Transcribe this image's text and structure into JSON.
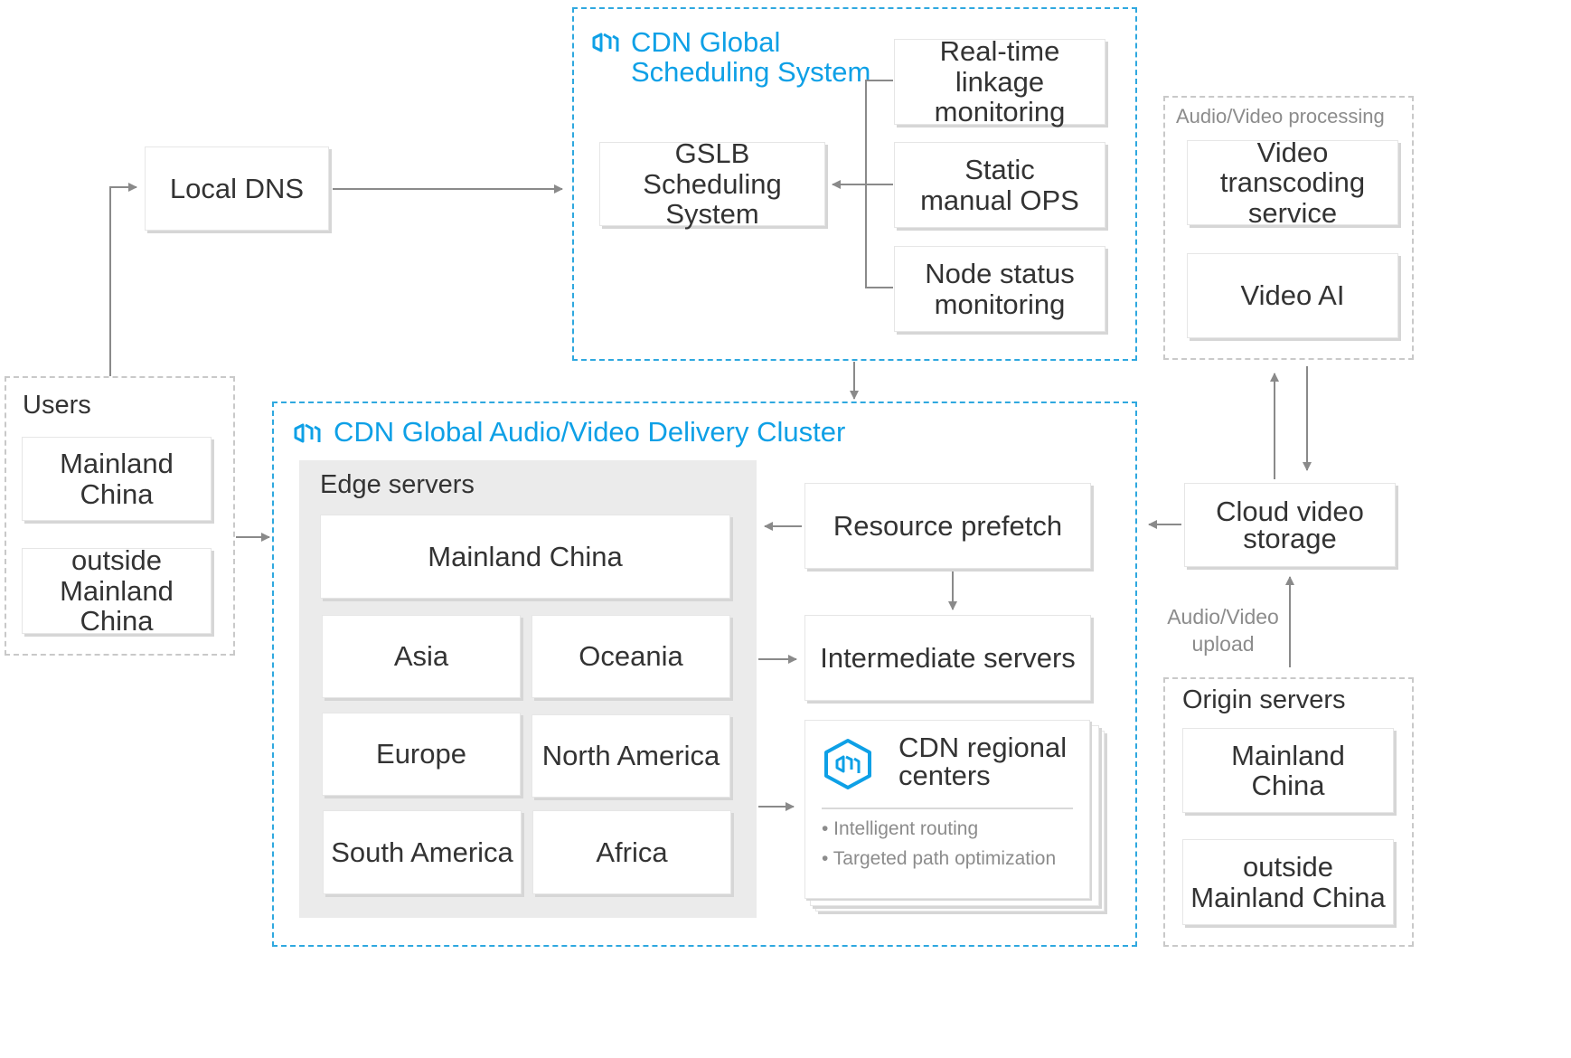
{
  "users": {
    "title": "Users",
    "mainland": "Mainland\nChina",
    "outside": "outside\nMainland China"
  },
  "local_dns": "Local DNS",
  "scheduling": {
    "title": "CDN Global\nScheduling System",
    "gslb": "GSLB Scheduling\nSystem",
    "realtime": "Real-time\nlinkage\nmonitoring",
    "static_ops": "Static\nmanual OPS",
    "node_status": "Node status\nmonitoring"
  },
  "av_processing": {
    "title": "Audio/Video processing",
    "transcoding": "Video\ntranscoding\nservice",
    "video_ai": "Video AI"
  },
  "delivery": {
    "title": "CDN Global Audio/Video Delivery Cluster",
    "edge_title": "Edge servers",
    "edge_mainland": "Mainland China",
    "asia": "Asia",
    "oceania": "Oceania",
    "europe": "Europe",
    "north_america": "North America",
    "south_america": "South America",
    "africa": "Africa",
    "resource_prefetch": "Resource prefetch",
    "intermediate": "Intermediate servers",
    "regional_title": "CDN regional\ncenters",
    "bullet_1": "• Intelligent routing",
    "bullet_2": "• Targeted path optimization"
  },
  "cloud_storage": "Cloud video\nstorage",
  "upload_label": "Audio/Video\nupload",
  "origin": {
    "title": "Origin servers",
    "mainland": "Mainland\nChina",
    "outside": "outside\nMainland China"
  },
  "colors": {
    "accent_blue": "#0ea0e6",
    "arrow_gray": "#8a8a8a",
    "dash_gray": "#c9c9c9",
    "panel_gray": "#ebebeb"
  },
  "icons": [
    "cdn-logo-icon",
    "cdn-hex-icon"
  ]
}
